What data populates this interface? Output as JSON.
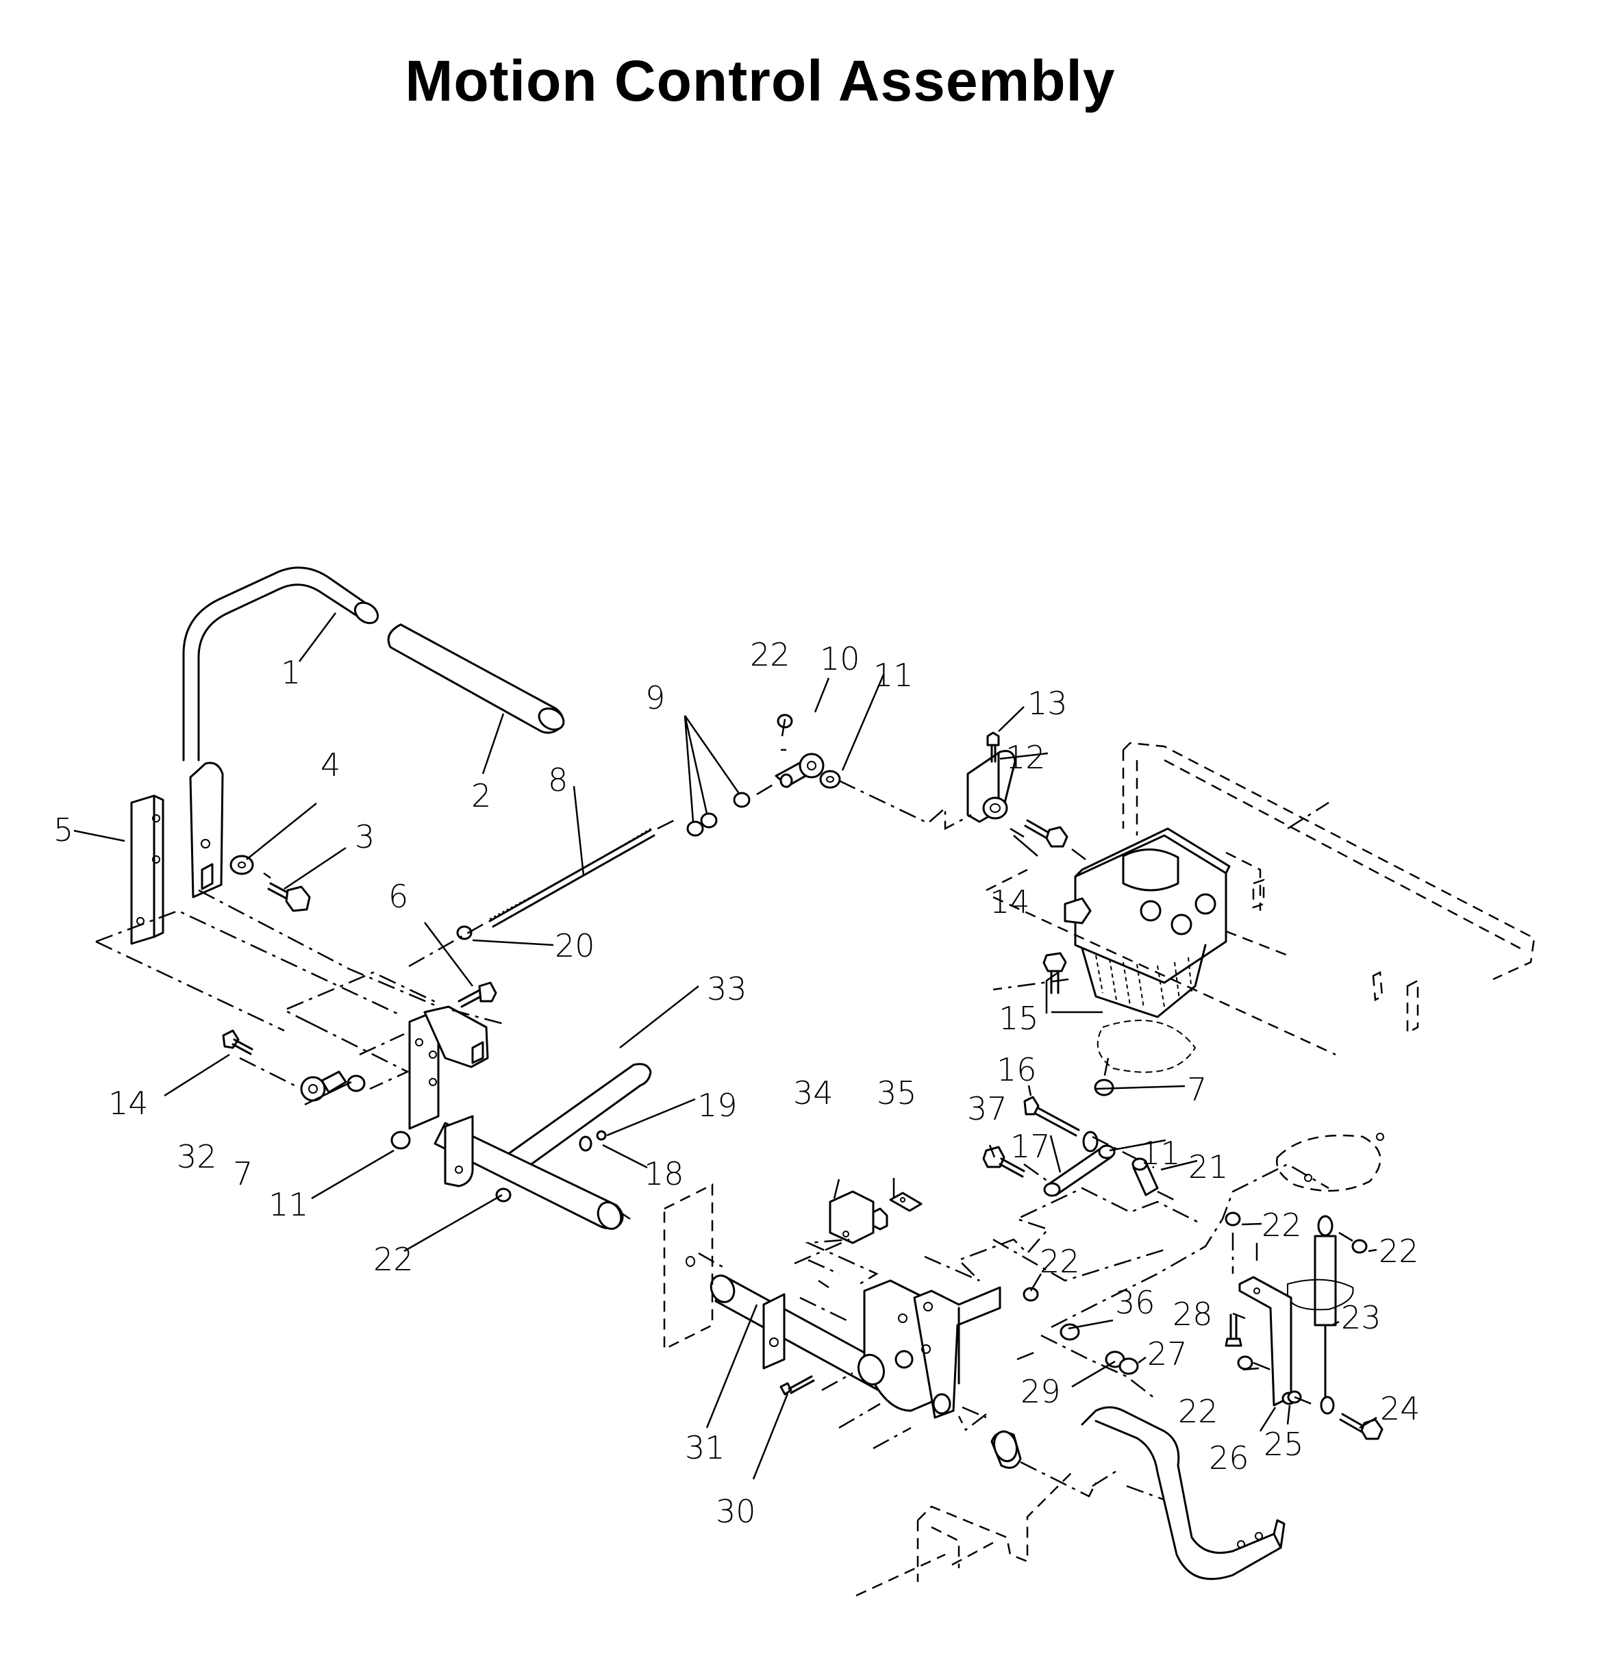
{
  "title": "Motion Control Assembly",
  "callouts": [
    {
      "id": "c1",
      "label": "1"
    },
    {
      "id": "c2",
      "label": "2"
    },
    {
      "id": "c3",
      "label": "3"
    },
    {
      "id": "c4",
      "label": "4"
    },
    {
      "id": "c5",
      "label": "5"
    },
    {
      "id": "c6",
      "label": "6"
    },
    {
      "id": "c7a",
      "label": "7"
    },
    {
      "id": "c7b",
      "label": "7"
    },
    {
      "id": "c8",
      "label": "8"
    },
    {
      "id": "c9",
      "label": "9"
    },
    {
      "id": "c10",
      "label": "10"
    },
    {
      "id": "c11a",
      "label": "11"
    },
    {
      "id": "c11b",
      "label": "11"
    },
    {
      "id": "c11c",
      "label": "11"
    },
    {
      "id": "c12",
      "label": "12"
    },
    {
      "id": "c13",
      "label": "13"
    },
    {
      "id": "c14a",
      "label": "14"
    },
    {
      "id": "c14b",
      "label": "14"
    },
    {
      "id": "c15",
      "label": "15"
    },
    {
      "id": "c16",
      "label": "16"
    },
    {
      "id": "c17",
      "label": "17"
    },
    {
      "id": "c18",
      "label": "18"
    },
    {
      "id": "c19",
      "label": "19"
    },
    {
      "id": "c20",
      "label": "20"
    },
    {
      "id": "c21",
      "label": "21"
    },
    {
      "id": "c22a",
      "label": "22"
    },
    {
      "id": "c22b",
      "label": "22"
    },
    {
      "id": "c22c",
      "label": "22"
    },
    {
      "id": "c22d",
      "label": "22"
    },
    {
      "id": "c22e",
      "label": "22"
    },
    {
      "id": "c22f",
      "label": "22"
    },
    {
      "id": "c23",
      "label": "23"
    },
    {
      "id": "c24",
      "label": "24"
    },
    {
      "id": "c25",
      "label": "25"
    },
    {
      "id": "c26",
      "label": "26"
    },
    {
      "id": "c27",
      "label": "27"
    },
    {
      "id": "c28",
      "label": "28"
    },
    {
      "id": "c29",
      "label": "29"
    },
    {
      "id": "c30",
      "label": "30"
    },
    {
      "id": "c31",
      "label": "31"
    },
    {
      "id": "c32",
      "label": "32"
    },
    {
      "id": "c33",
      "label": "33"
    },
    {
      "id": "c34",
      "label": "34"
    },
    {
      "id": "c35",
      "label": "35"
    },
    {
      "id": "c36",
      "label": "36"
    },
    {
      "id": "c37",
      "label": "37"
    }
  ]
}
